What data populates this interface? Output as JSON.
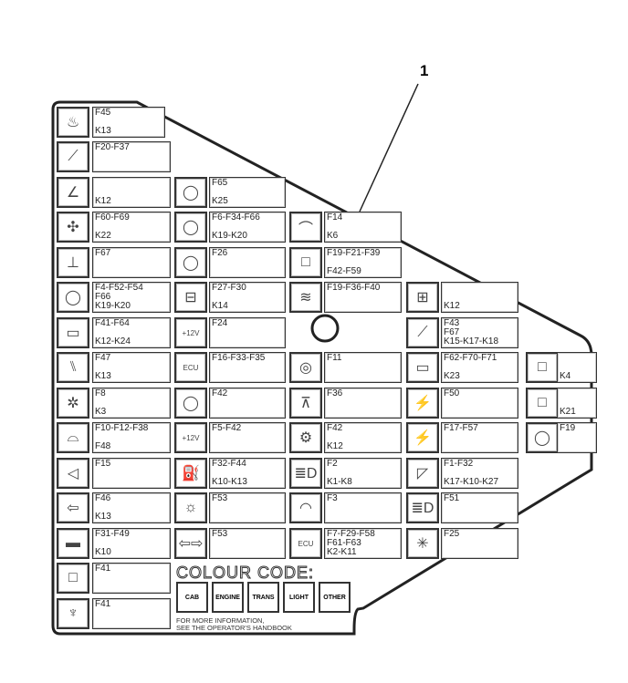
{
  "callout": "1",
  "columns": [
    {
      "cells": [
        {
          "icon": "heated-seat-icon",
          "g": "♨",
          "lines": [
            "F45",
            "K13"
          ]
        },
        {
          "icon": "wiper-auto-icon",
          "g": "⟋",
          "lines": [
            "F20-F37"
          ]
        },
        {
          "icon": "wiper-icon",
          "g": "∠",
          "lines": [
            "",
            "K12"
          ]
        },
        {
          "icon": "fan-icon",
          "g": "✣",
          "lines": [
            "F60-F69",
            "K22"
          ]
        },
        {
          "icon": "joystick-icon",
          "g": "⊥",
          "lines": [
            "F67"
          ]
        },
        {
          "icon": "dome-icon",
          "g": "◯",
          "lines": [
            "F4-F52-F54",
            "F66",
            "K19-K20"
          ]
        },
        {
          "icon": "monitor-icon",
          "g": "▭",
          "lines": [
            "F41-F64",
            "K12-K24"
          ]
        },
        {
          "icon": "seat-icon",
          "g": "⑊",
          "lines": [
            "F47",
            "K13"
          ]
        },
        {
          "icon": "gear-sun-icon",
          "g": "✲",
          "lines": [
            "F8",
            "K3"
          ]
        },
        {
          "icon": "cab-roof-icon",
          "g": "⌓",
          "lines": [
            "F10-F12-F38",
            "F48"
          ]
        },
        {
          "icon": "horn-icon",
          "g": "◁",
          "lines": [
            "F15"
          ]
        },
        {
          "icon": "mirror-icon",
          "g": "⇦",
          "lines": [
            "F46",
            "K13"
          ]
        },
        {
          "icon": "radio-icon",
          "g": "▬",
          "lines": [
            "F31-F49",
            "K10"
          ]
        },
        {
          "icon": "window-icon",
          "g": "□",
          "lines": [
            "F41"
          ]
        },
        {
          "icon": "lighter-icon",
          "g": "♆",
          "lines": [
            "F41"
          ]
        }
      ]
    },
    {
      "cells": [
        {
          "icon": "engine-icon",
          "g": "◯",
          "lines": [
            "F65",
            "K25"
          ]
        },
        {
          "icon": "engine-ecu-icon",
          "g": "◯",
          "lines": [
            "F6-F34-F66",
            "K19-K20"
          ]
        },
        {
          "icon": "engine-icon",
          "g": "◯",
          "lines": [
            "F26"
          ]
        },
        {
          "icon": "battery-icon",
          "g": "⊟",
          "lines": [
            "F27-F30",
            "K14"
          ]
        },
        {
          "icon": "socket-12v-icon",
          "g": "+12V",
          "lines": [
            "F24"
          ]
        },
        {
          "icon": "ecu-icon",
          "g": "ECU",
          "lines": [
            "F16-F33-F35"
          ]
        },
        {
          "icon": "engine-icon",
          "g": "◯",
          "lines": [
            "F42"
          ]
        },
        {
          "icon": "power-12v-icon",
          "g": "+12V",
          "lines": [
            "F5-F42"
          ]
        },
        {
          "icon": "fuel-pump-icon",
          "g": "⛽",
          "lines": [
            "F32-F44",
            "K10-K13"
          ]
        },
        {
          "icon": "beacon-icon",
          "g": "☼",
          "lines": [
            "F53"
          ]
        },
        {
          "icon": "indicator-icon",
          "g": "⇦⇨",
          "lines": [
            "F53"
          ]
        }
      ]
    },
    {
      "cells": [
        {
          "icon": "loader-arm-icon",
          "g": "⌒",
          "lines": [
            "F14",
            "K6"
          ]
        },
        {
          "icon": "window-icon",
          "g": "□",
          "lines": [
            "F19-F21-F39",
            "F42-F59"
          ]
        },
        {
          "icon": "transmission-icon",
          "g": "≋",
          "lines": [
            "F19-F36-F40"
          ]
        },
        null,
        {
          "icon": "brake-icon",
          "g": "◎",
          "lines": [
            "F11"
          ]
        },
        {
          "icon": "seat-switch-icon",
          "g": "⊼",
          "lines": [
            "F36"
          ]
        },
        {
          "icon": "engine-glow-icon",
          "g": "⚙",
          "lines": [
            "F42",
            "K12"
          ]
        },
        {
          "icon": "headlight-icon",
          "g": "≣D",
          "lines": [
            "F2",
            "K1-K8"
          ]
        },
        {
          "icon": "work-light-icon",
          "g": "◠",
          "lines": [
            "F3"
          ]
        },
        {
          "icon": "ecu-lamp-icon",
          "g": "ECU",
          "lines": [
            "F7-F29-F58",
            "F61-F63",
            "K2-K11"
          ]
        }
      ]
    },
    {
      "cells": [
        {
          "icon": "gearbox-icon",
          "g": "⊞",
          "lines": [
            "",
            "K12"
          ]
        },
        {
          "icon": "cylinder-icon",
          "g": "⟋",
          "lines": [
            "F43",
            "F67",
            "K15-K17-K18"
          ]
        },
        {
          "icon": "rear-screen-icon",
          "g": "▭",
          "lines": [
            "F62-F70-F71",
            "K23"
          ]
        },
        {
          "icon": "trailer-icon",
          "g": "⚡",
          "lines": [
            "F50"
          ]
        },
        {
          "icon": "tractor-icon",
          "g": "⚡",
          "lines": [
            "F17-F57"
          ]
        },
        {
          "icon": "rear-wiper-icon",
          "g": "◸",
          "lines": [
            "F1-F32",
            "K17-K10-K27"
          ]
        },
        {
          "icon": "dipped-light-icon",
          "g": "≣D",
          "lines": [
            "F51"
          ]
        },
        {
          "icon": "side-light-icon",
          "g": "✳",
          "lines": [
            "F25"
          ]
        }
      ]
    },
    {
      "cells": [
        {
          "icon": "window-icon",
          "g": "□",
          "lines": [
            "",
            "K4"
          ]
        },
        {
          "icon": "window-icon",
          "g": "□",
          "lines": [
            "",
            "K21"
          ]
        },
        {
          "icon": "circle-icon",
          "g": "◯",
          "lines": [
            "F19"
          ]
        }
      ]
    }
  ],
  "colour_code": {
    "title": "COLOUR CODE:",
    "items": [
      "CAB",
      "ENGINE",
      "TRANS",
      "LIGHT",
      "OTHER"
    ]
  },
  "footer": [
    "FOR MORE INFORMATION,",
    "SEE THE OPERATOR'S HANDBOOK"
  ]
}
